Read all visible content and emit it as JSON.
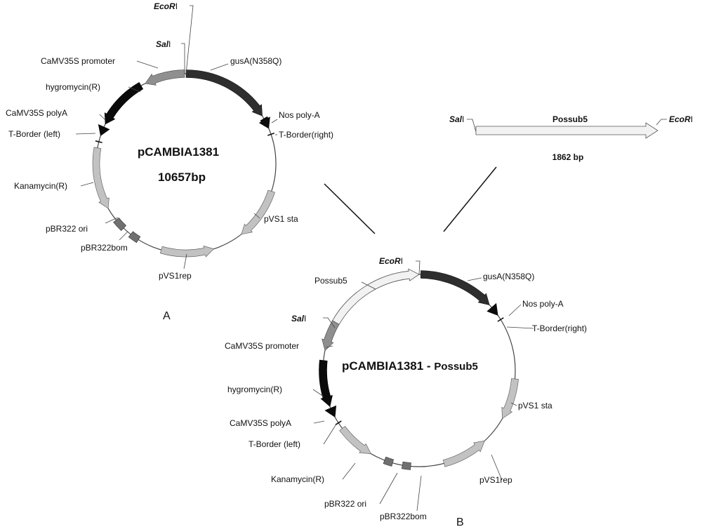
{
  "plasmid_a": {
    "name": "pCAMBIA1381",
    "size": "10657bp",
    "panel": "A",
    "labels": {
      "ecori": "EcoR",
      "sali": "Sal",
      "camv_promoter": "CaMV35S  promoter",
      "gusa": "gusA(N358Q)",
      "hygromycin": "hygromycin(R)",
      "camv_polya": "CaMV35S polyA",
      "nos_polya": "Nos poly-A",
      "t_border_left": "T-Border (left)",
      "t_border_right": "T-Border(right)",
      "kanamycin": "Kanamycin(R)",
      "pbr322_ori": "pBR322 ori",
      "pvs1_sta": "pVS1 sta",
      "pbr322_bom": "pBR322bom",
      "pvs1rep": "pVS1rep"
    }
  },
  "insert": {
    "name": "Possub5",
    "size": "1862 bp",
    "left_site": "Sal",
    "right_site": "EcoR"
  },
  "plasmid_b": {
    "name": "pCAMBIA1381 - ",
    "name_suffix": "Possub5",
    "panel": "B",
    "labels": {
      "ecori": "EcoR",
      "gusa": "gusA(N358Q)",
      "possub5": "Possub5",
      "nos_polya": "Nos poly-A",
      "sali": "Sal",
      "t_border_right": "T-Border(right)",
      "camv_promoter": "CaMV35S  promoter",
      "hygromycin": "hygromycin(R)",
      "pvs1_sta": "pVS1 sta",
      "camv_polya": "CaMV35S polyA",
      "t_border_left": "T-Border (left)",
      "kanamycin": "Kanamycin(R)",
      "pvs1rep": "pVS1rep",
      "pbr322_ori": "pBR322 ori",
      "pbr322_bom": "pBR322bom"
    }
  },
  "roman_one": "I"
}
